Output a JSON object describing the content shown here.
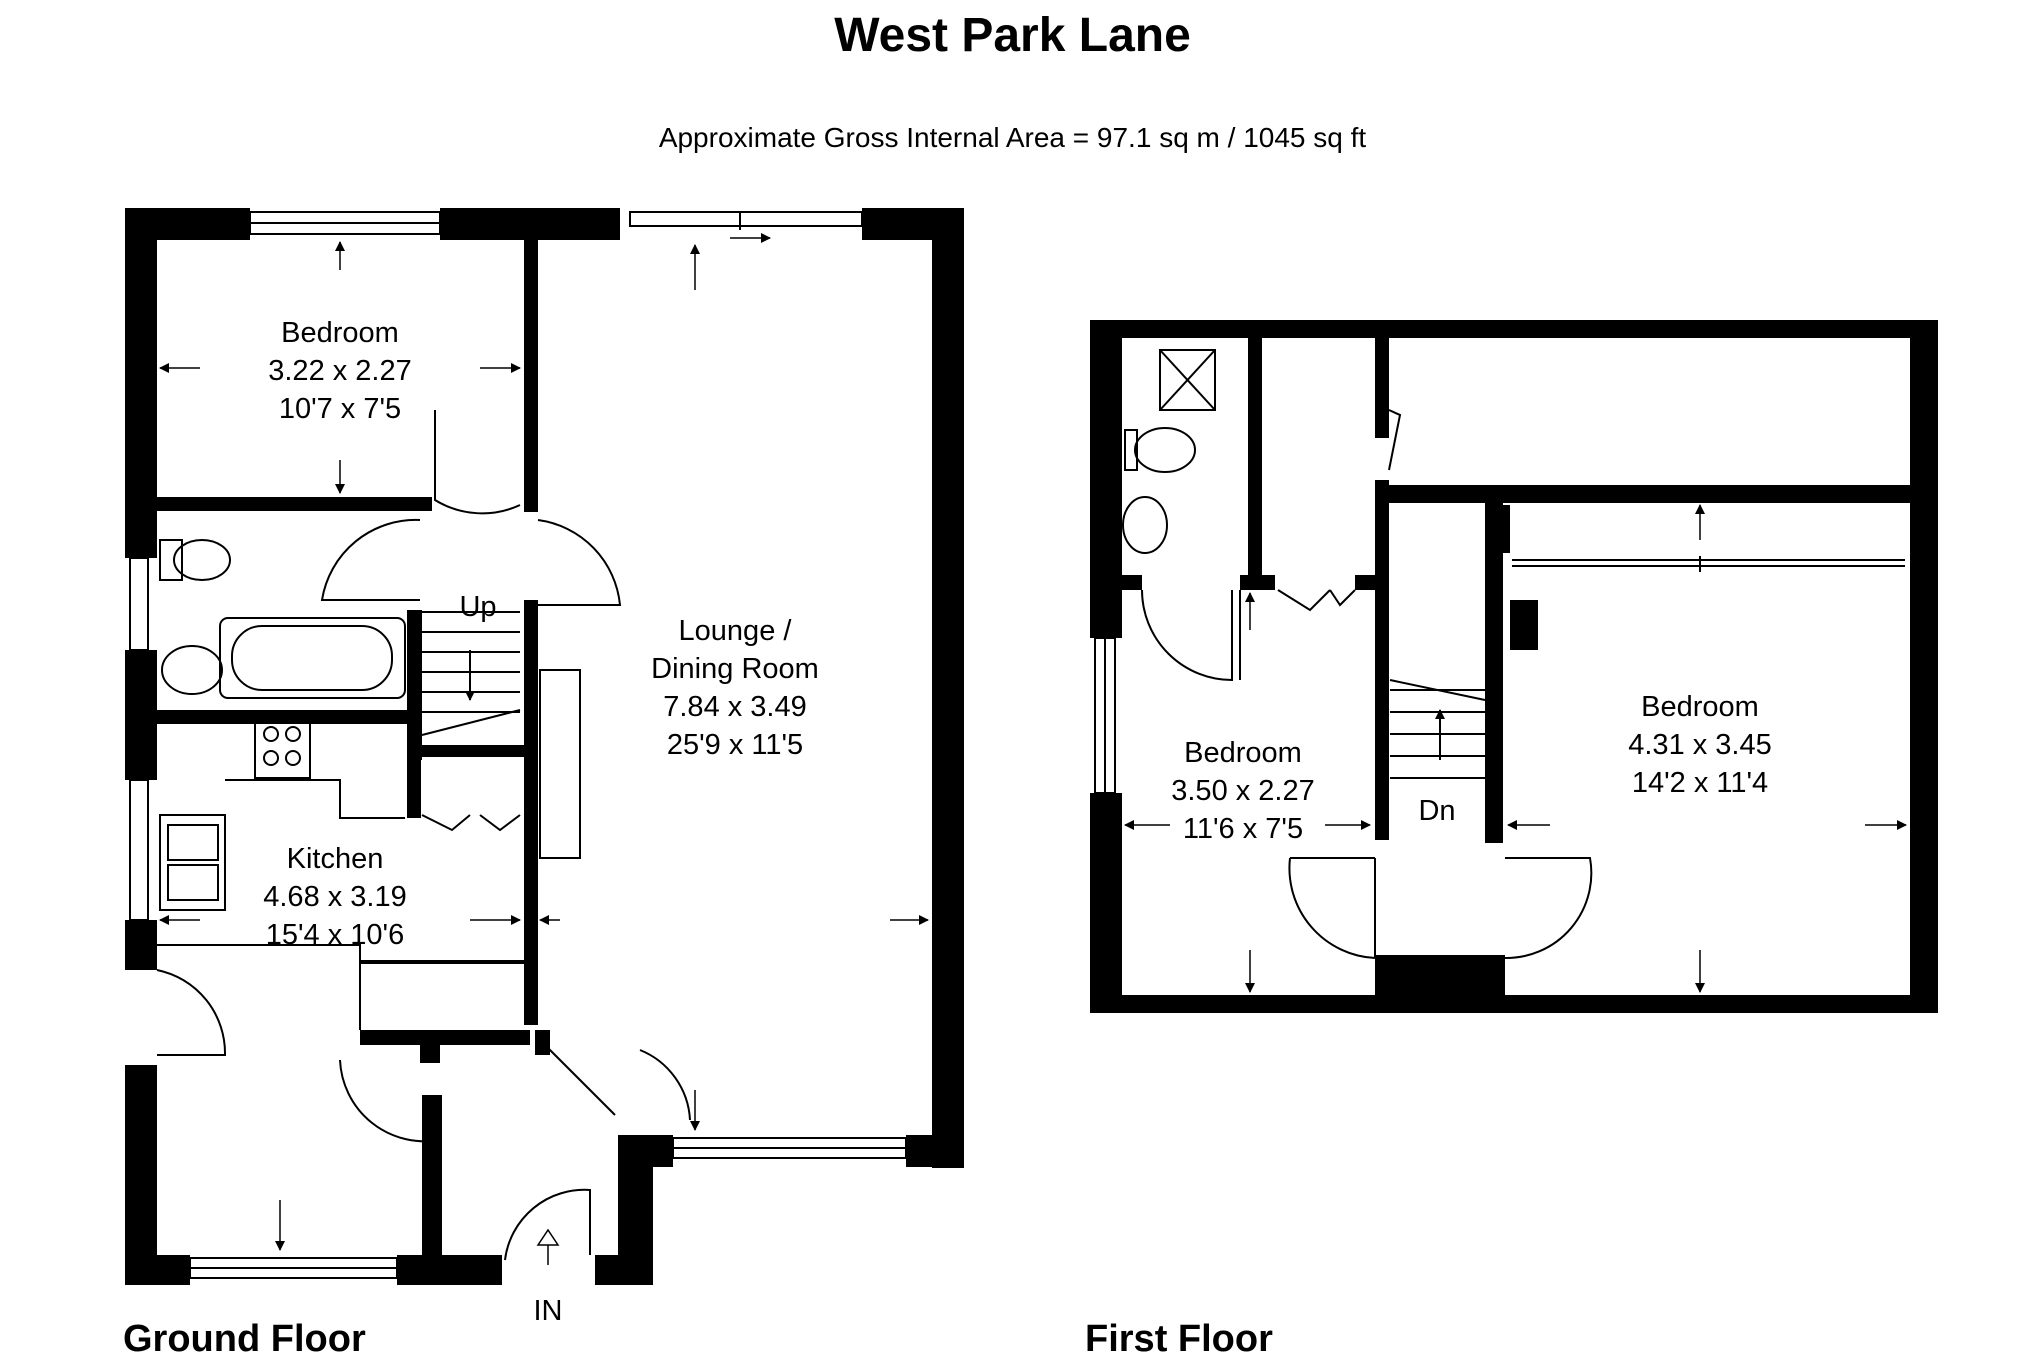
{
  "title": "West Park Lane",
  "subtitle": "Approximate Gross Internal Area = 97.1 sq m / 1045 sq ft",
  "floors": [
    {
      "label": "Ground Floor",
      "rooms": [
        {
          "name": "Bedroom",
          "metric": "3.22 x 2.27",
          "imperial": "10'7 x 7'5"
        },
        {
          "name": "Lounge /",
          "name2": "Dining Room",
          "metric": "7.84 x 3.49",
          "imperial": "25'9 x 11'5"
        },
        {
          "name": "Kitchen",
          "metric": "4.68 x 3.19",
          "imperial": "15'4 x 10'6"
        }
      ],
      "stairs_label": "Up",
      "entrance_label": "IN"
    },
    {
      "label": "First Floor",
      "rooms": [
        {
          "name": "Bedroom",
          "metric": "3.50 x 2.27",
          "imperial": "11'6 x 7'5"
        },
        {
          "name": "Bedroom",
          "metric": "4.31 x 3.45",
          "imperial": "14'2 x 11'4"
        }
      ],
      "stairs_label": "Dn"
    }
  ]
}
